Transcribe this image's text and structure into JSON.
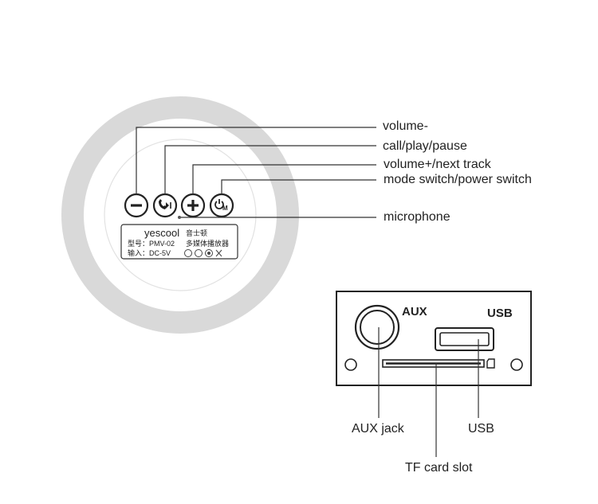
{
  "device_labels": {
    "volume_minus": "volume-",
    "call_play_pause": "call/play/pause",
    "volume_plus_next": "volume+/next track",
    "mode_power": "mode switch/power switch",
    "microphone": "microphone"
  },
  "nameplate": {
    "brand": "yescool",
    "brand_cn": "音士顿",
    "model_label": "型号：PMV-02",
    "product_cn": "多媒体播放器",
    "input_label": "输入：DC-5V"
  },
  "panel": {
    "aux_title": "AUX",
    "usb_title": "USB",
    "aux_jack": "AUX jack",
    "usb": "USB",
    "tf_card": "TF card slot"
  },
  "icons": [
    "minus-icon",
    "call-play-pause-icon",
    "plus-icon",
    "power-mode-icon"
  ],
  "colors": {
    "ring": "#d9d9d9",
    "line": "#333333",
    "button": "#222222"
  }
}
